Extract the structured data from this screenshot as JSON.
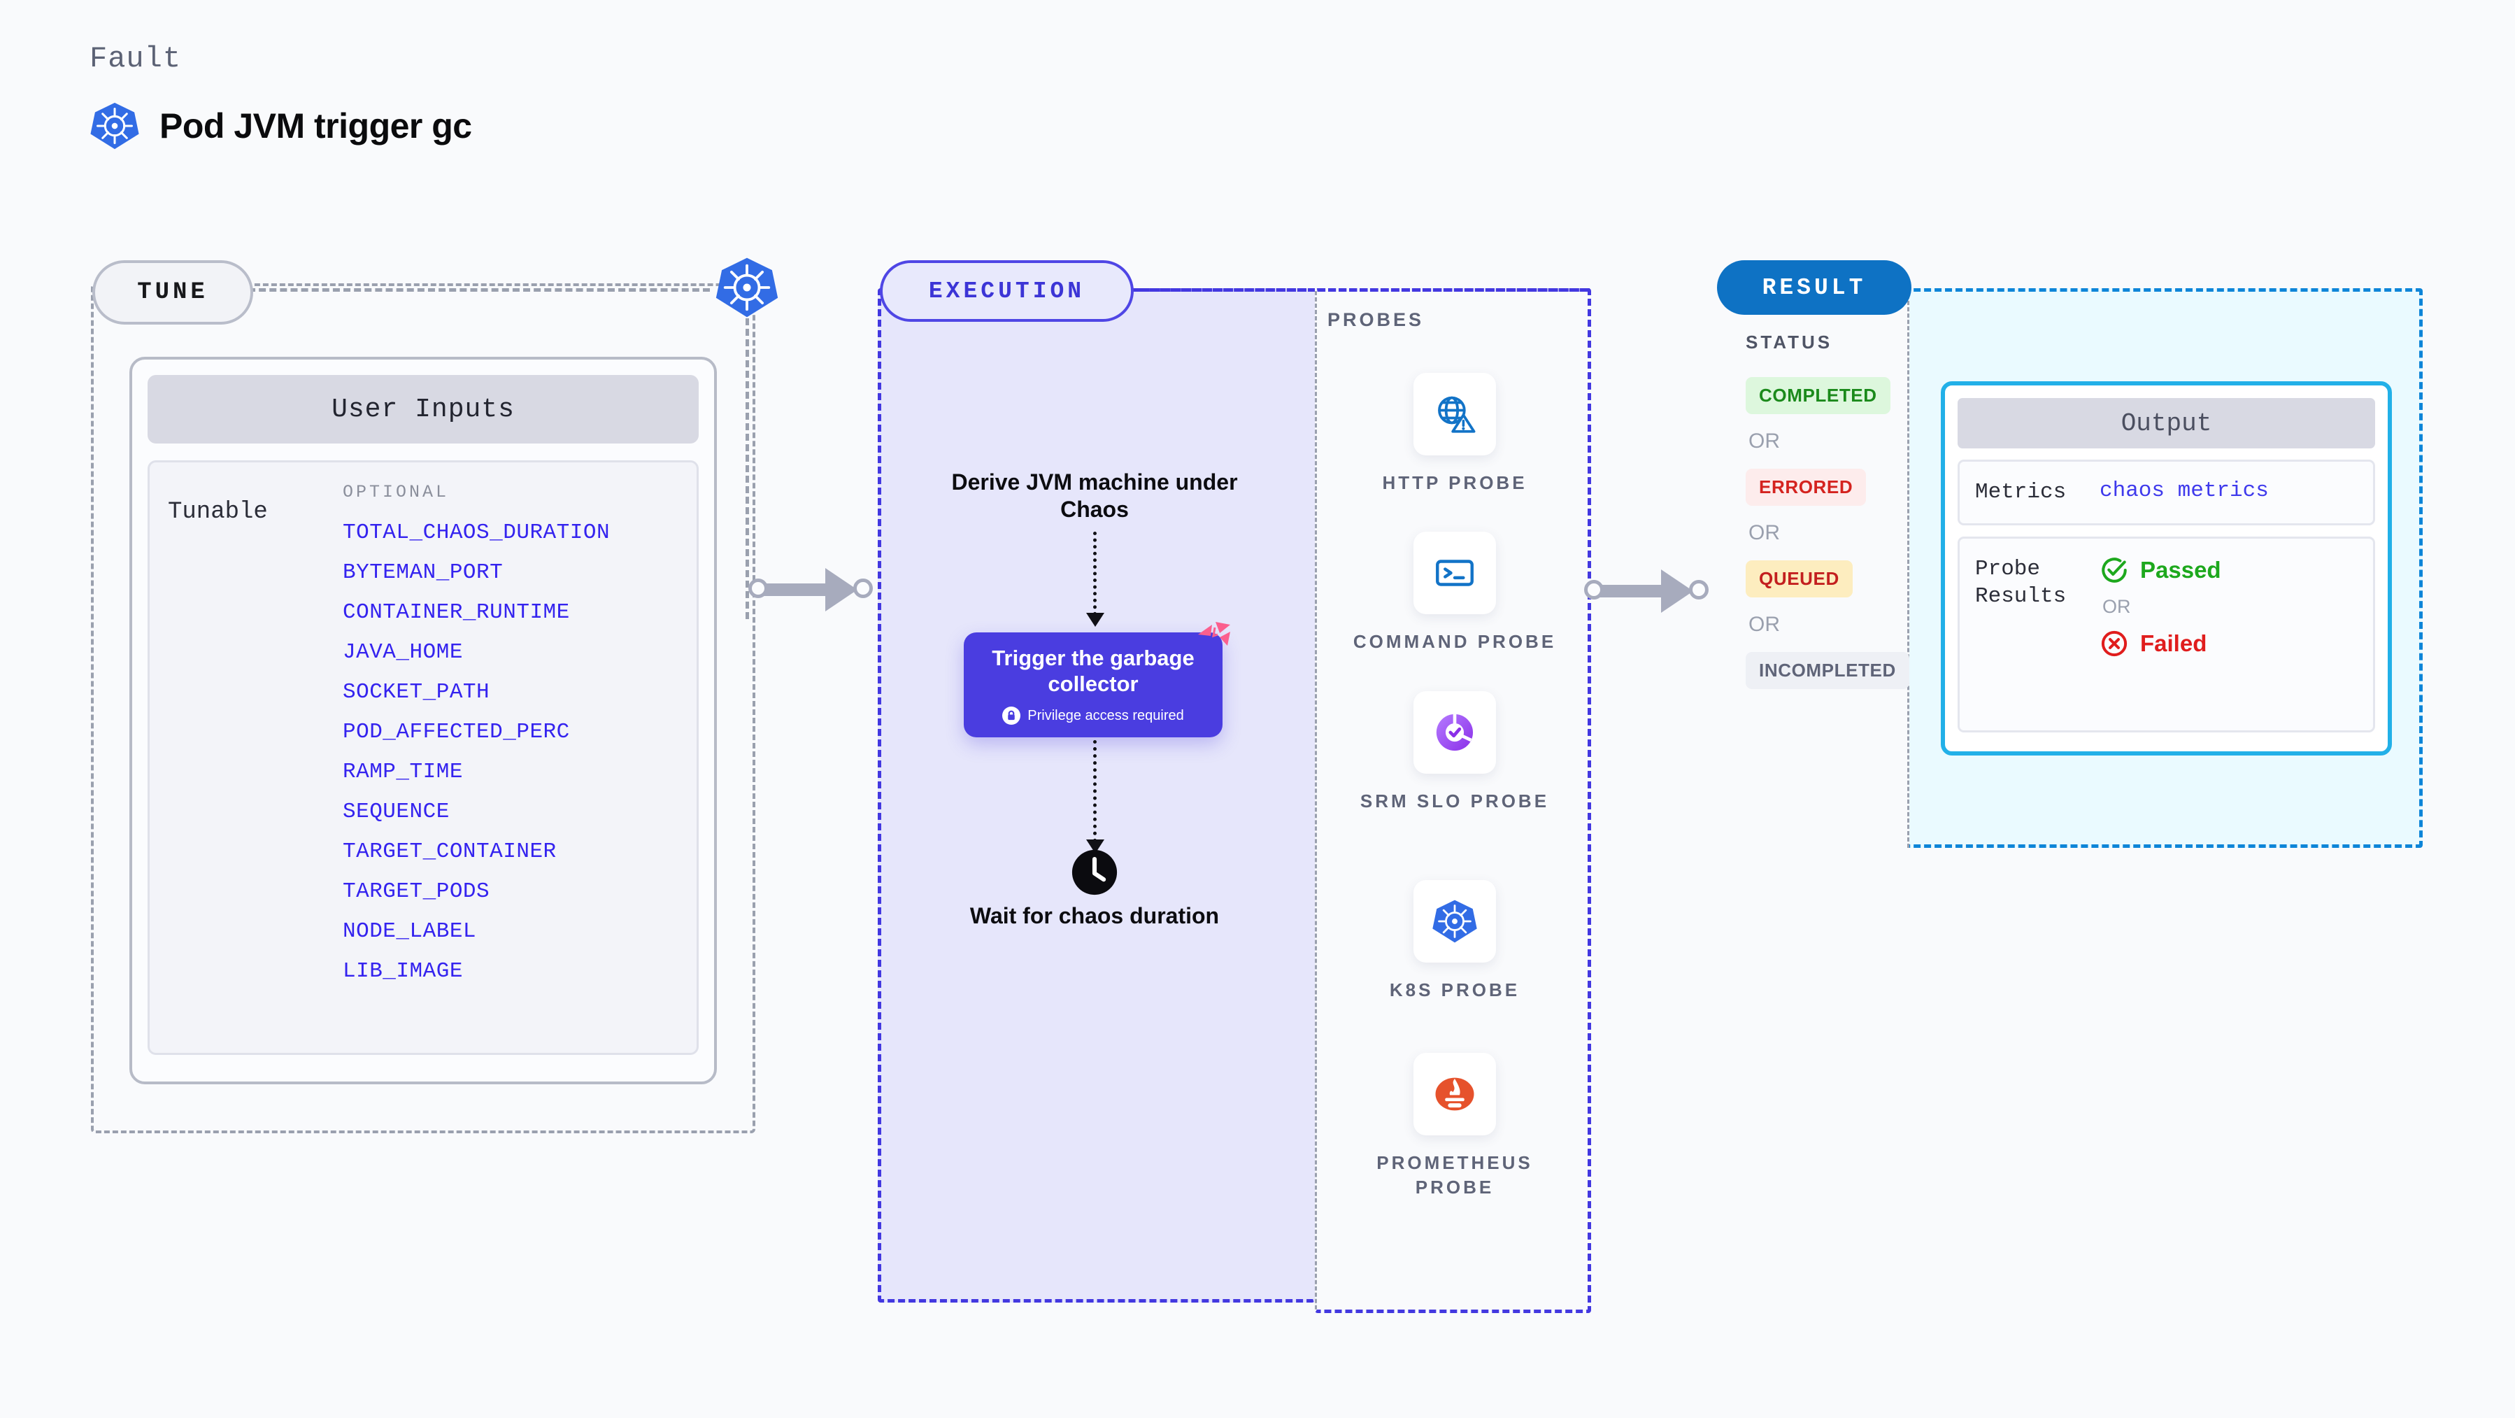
{
  "header": {
    "eyebrow": "Fault",
    "title": "Pod JVM trigger gc",
    "icon": "kubernetes-icon"
  },
  "tune": {
    "pill_label": "TUNE",
    "node_icon": "kubernetes-icon",
    "user_inputs": {
      "header": "User Inputs",
      "row_label": "Tunable",
      "group_label": "OPTIONAL",
      "tunables": [
        "TOTAL_CHAOS_DURATION",
        "BYTEMAN_PORT",
        "CONTAINER_RUNTIME",
        "JAVA_HOME",
        "SOCKET_PATH",
        "POD_AFFECTED_PERC",
        "RAMP_TIME",
        "SEQUENCE",
        "TARGET_CONTAINER",
        "TARGET_PODS",
        "NODE_LABEL",
        "LIB_IMAGE"
      ]
    }
  },
  "execution": {
    "pill_label": "EXECUTION",
    "step_derive": "Derive JVM machine under Chaos",
    "trigger_card": {
      "title": "Trigger the garbage collector",
      "privilege_note": "Privilege access required",
      "lock_icon": "lock-icon",
      "corner_icon": "litmus-chaos-icon",
      "color": "#4a3de0"
    },
    "step_wait": "Wait for chaos duration",
    "wait_icon": "clock-icon"
  },
  "probes": {
    "section_label": "PROBES",
    "items": [
      {
        "name": "HTTP PROBE",
        "icon": "globe-warning-icon",
        "color": "#1273c7"
      },
      {
        "name": "COMMAND PROBE",
        "icon": "terminal-icon",
        "color": "#1273c7"
      },
      {
        "name": "SRM SLO PROBE",
        "icon": "srm-slo-icon",
        "color": "#9b4dff"
      },
      {
        "name": "K8S PROBE",
        "icon": "kubernetes-icon",
        "color": "#326ce5"
      },
      {
        "name": "PROMETHEUS PROBE",
        "icon": "prometheus-icon",
        "color": "#e6522c"
      }
    ]
  },
  "result": {
    "pill_label": "RESULT",
    "status_label": "STATUS",
    "or_label": "OR",
    "statuses": [
      {
        "label": "COMPLETED",
        "text_color": "#1b8a1b",
        "bg_color": "#ddf7dd"
      },
      {
        "label": "ERRORED",
        "text_color": "#d4231f",
        "bg_color": "#fdecec"
      },
      {
        "label": "QUEUED",
        "text_color": "#c31f1f",
        "bg_color": "#fdedbf"
      },
      {
        "label": "INCOMPLETED",
        "text_color": "#5f6478",
        "bg_color": "#eef0f5"
      }
    ],
    "output": {
      "header": "Output",
      "metrics_label": "Metrics",
      "metrics_value": "chaos metrics",
      "probe_results_label": "Probe Results",
      "passed_label": "Passed",
      "passed_icon": "check-circle-icon",
      "passed_color": "#1da81d",
      "or_label": "OR",
      "failed_label": "Failed",
      "failed_icon": "x-circle-icon",
      "failed_color": "#e01d1d"
    }
  },
  "connectors": {
    "tune_to_execution": "arrow-right",
    "probes_to_result": "arrow-right"
  }
}
